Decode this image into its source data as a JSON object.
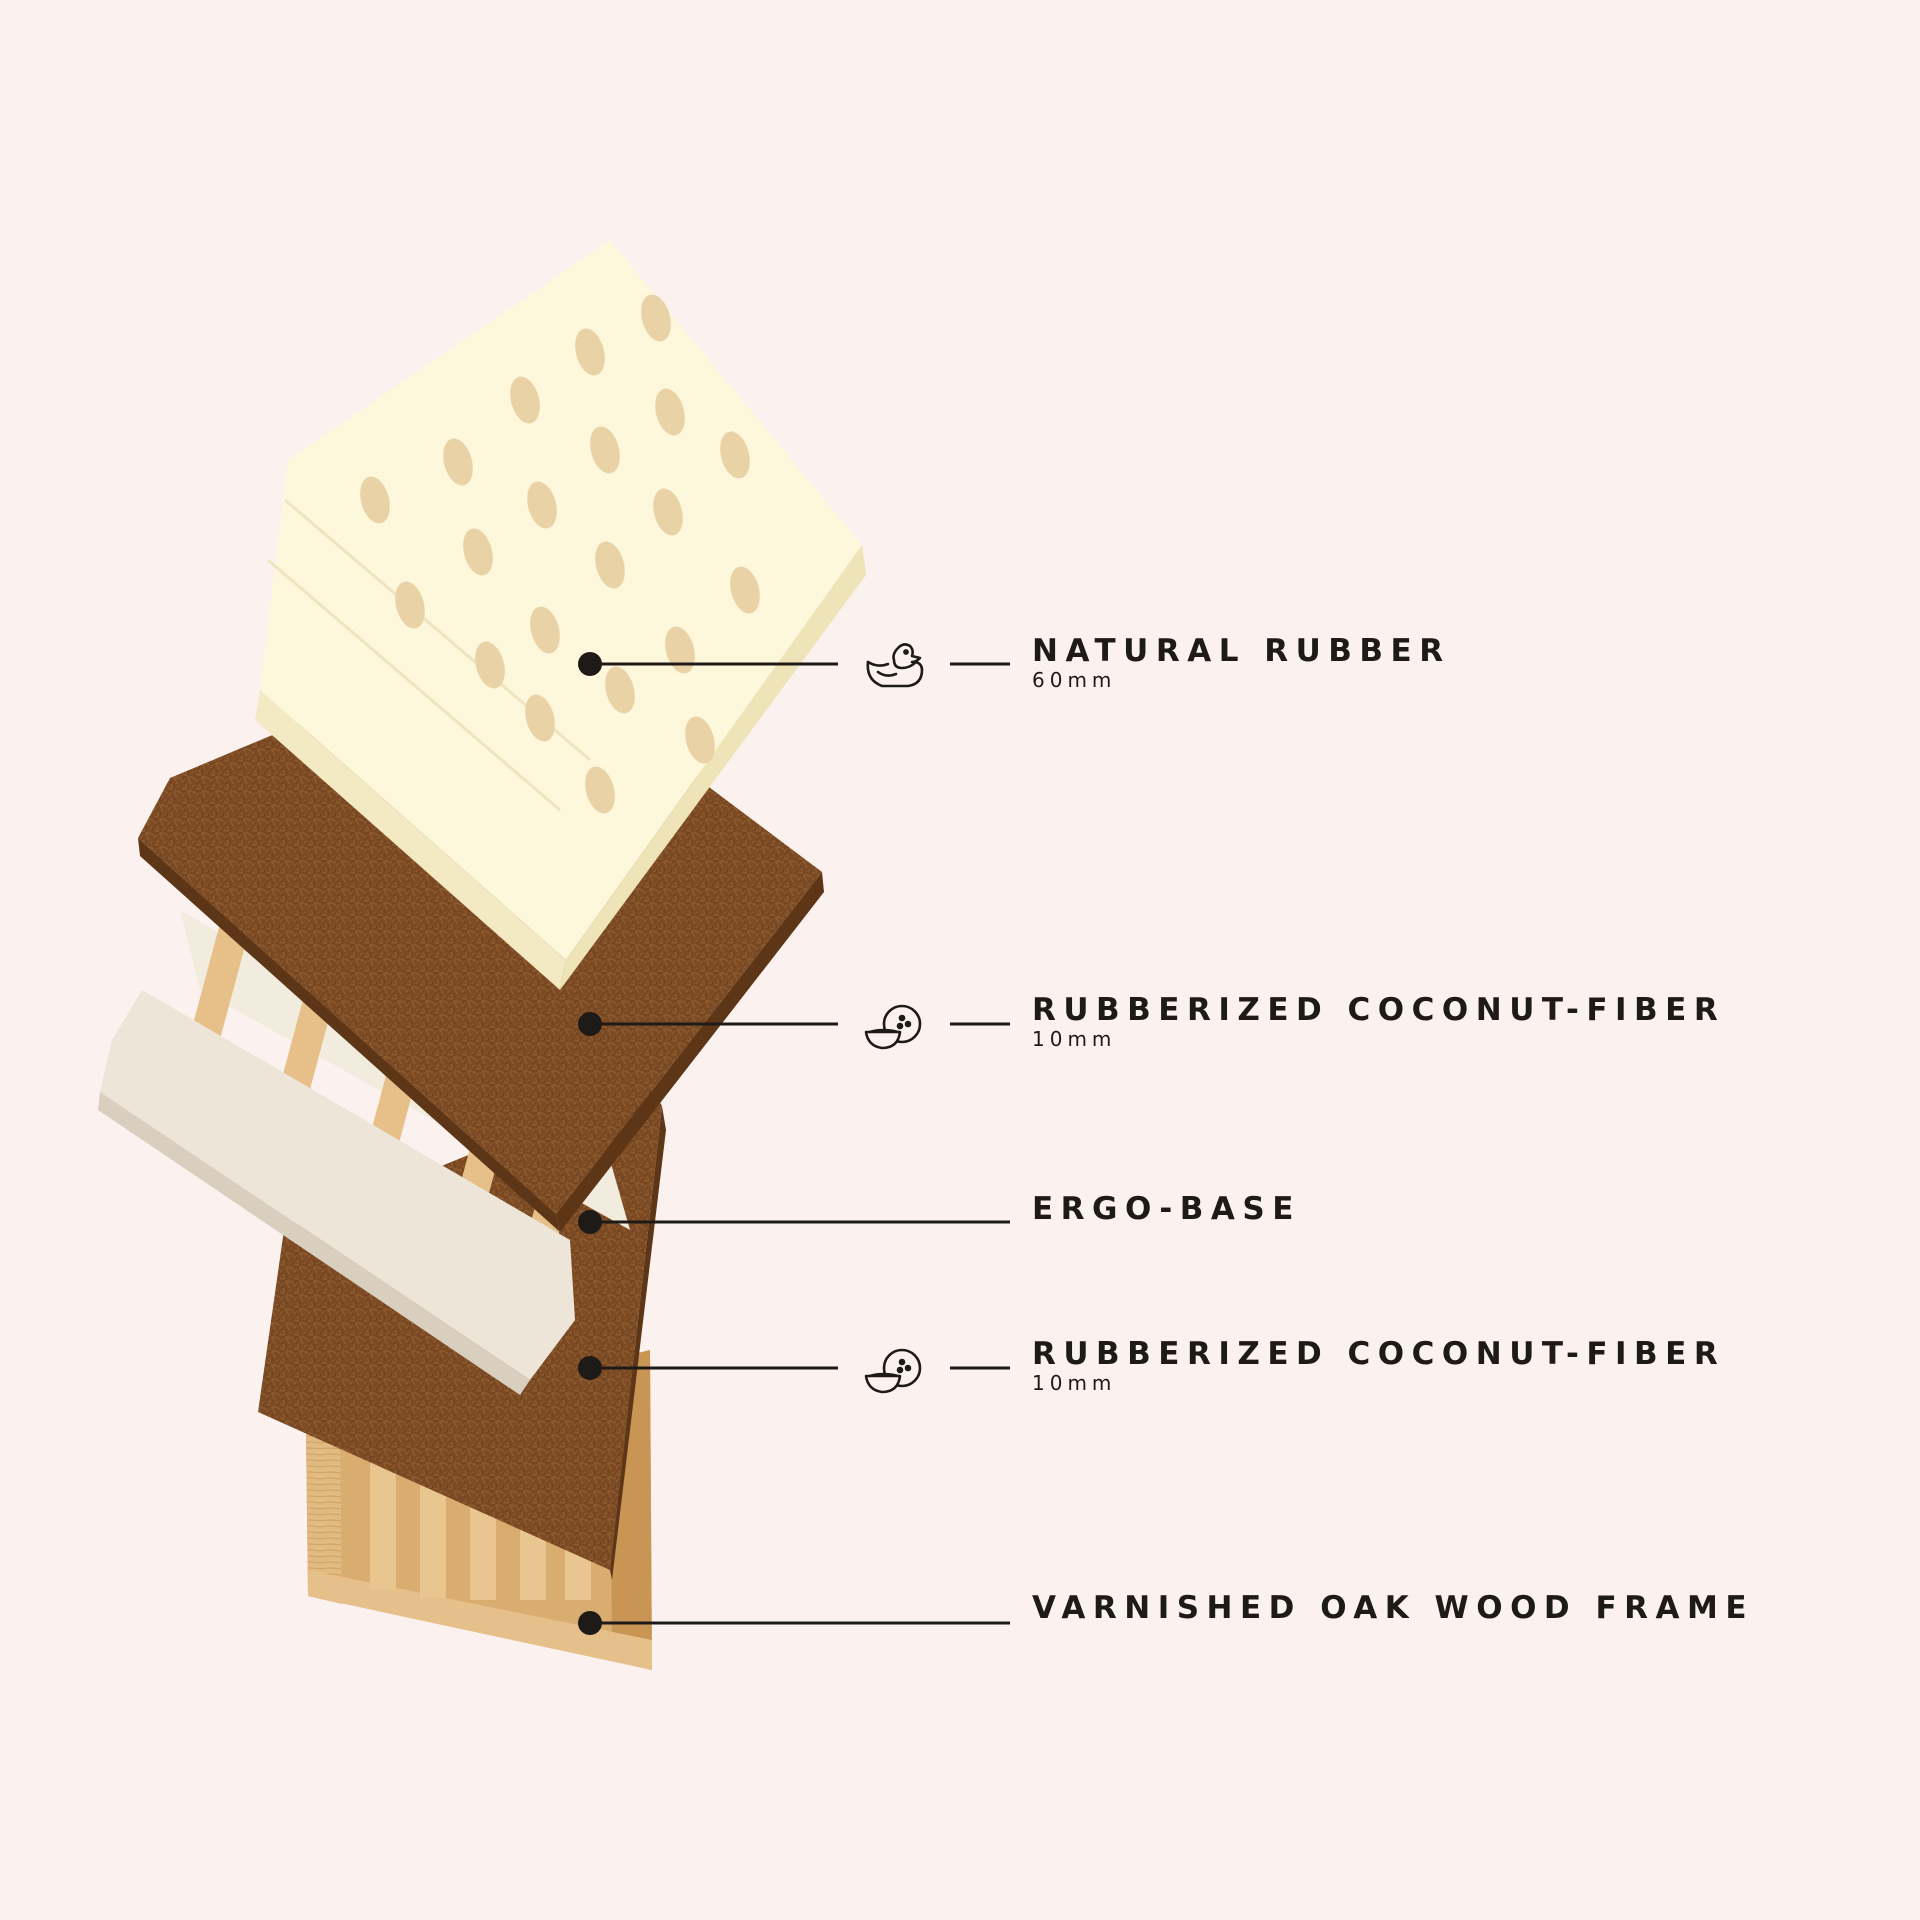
{
  "colors": {
    "background": "#fbf2ef",
    "text": "#1e1a18",
    "latex": "#fdf7dc",
    "latex_hole": "#e9d3a6",
    "coir": "#7c4b25",
    "wood": "#e2bb82",
    "ergo_base": "#ece5d8"
  },
  "layers": [
    {
      "title": "NATURAL RUBBER",
      "subtitle": "60mm",
      "icon": "rubber-duck-icon"
    },
    {
      "title": "RUBBERIZED COCONUT-FIBER",
      "subtitle": "10mm",
      "icon": "coconut-icon"
    },
    {
      "title": "ERGO-BASE",
      "subtitle": "",
      "icon": ""
    },
    {
      "title": "RUBBERIZED COCONUT-FIBER",
      "subtitle": "10mm",
      "icon": "coconut-icon"
    },
    {
      "title": "VARNISHED OAK WOOD FRAME",
      "subtitle": "",
      "icon": ""
    }
  ]
}
